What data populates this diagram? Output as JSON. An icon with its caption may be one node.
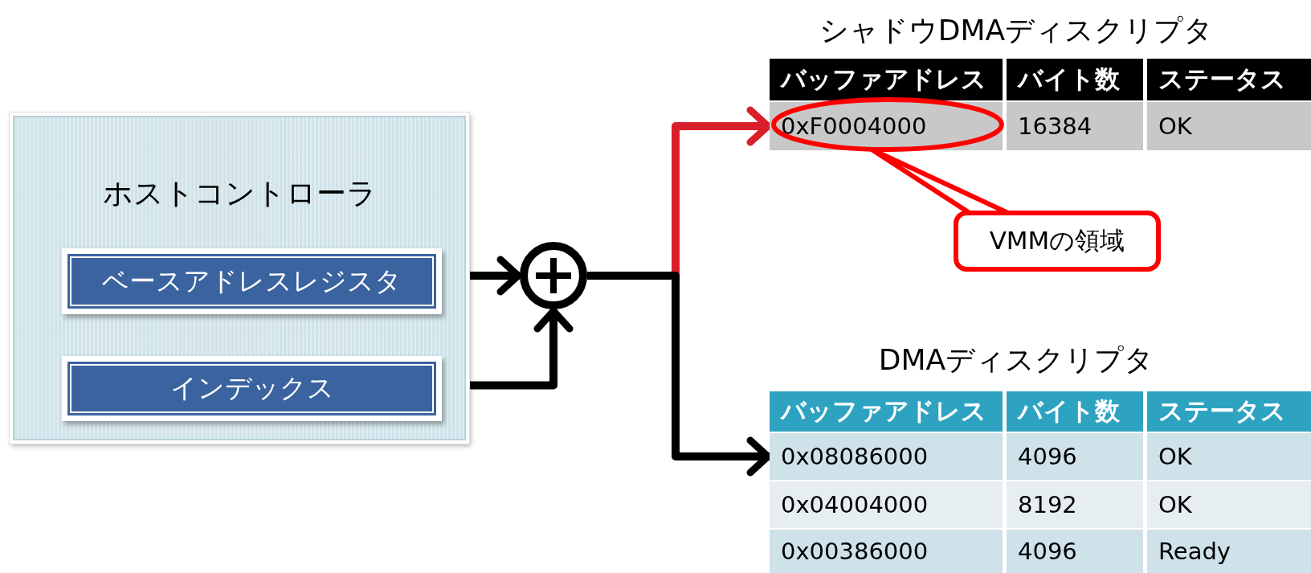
{
  "diagram": {
    "nodes": [
      {
        "text": [
          "ホストコントローラ"
        ]
      },
      {
        "text": [
          "ベースアドレスレジスタ"
        ],
        "in": 0
      },
      {
        "text": [
          "インデックス"
        ],
        "in": 0
      },
      {
        "text": [],
        "shape": "circle"
      },
      {
        "text": [
          "シャドウDMAディスクリプタ"
        ]
      },
      {
        "text": [
          "バッファアドレス"
        ],
        "in": 4
      },
      {
        "text": [
          "バイト数"
        ],
        "in": 4
      },
      {
        "text": [
          "ステータス"
        ],
        "in": 4
      },
      {
        "text": [
          "0xF0004000"
        ],
        "in": 4
      },
      {
        "text": [
          "16384"
        ],
        "in": 4
      },
      {
        "text": [
          "OK"
        ],
        "in": 4
      },
      {
        "text": [],
        "shape": "ellipse"
      },
      {
        "text": [
          "VMMの領域"
        ]
      },
      {
        "text": [
          "DMAディスクリプタ"
        ]
      },
      {
        "text": [
          "バッファアドレス"
        ],
        "in": 13
      },
      {
        "text": [
          "バイト数"
        ],
        "in": 13
      },
      {
        "text": [
          "ステータス"
        ],
        "in": 13
      },
      {
        "text": [
          "0x08086000"
        ],
        "in": 13
      },
      {
        "text": [
          "4096"
        ],
        "in": 13
      },
      {
        "text": [
          "OK"
        ],
        "in": 13
      },
      {
        "text": [
          "0x04004000"
        ],
        "in": 13
      },
      {
        "text": [
          "8192"
        ],
        "in": 13
      },
      {
        "text": [
          "OK"
        ],
        "in": 13
      },
      {
        "text": [
          "0x00386000"
        ],
        "in": 13
      },
      {
        "text": [
          "4096"
        ],
        "in": 13
      },
      {
        "text": [
          "Ready"
        ],
        "in": 13
      }
    ],
    "edges": [
      {
        "from": 1,
        "to": 3,
        "arrow": "to"
      },
      {
        "from": 2,
        "to": 3,
        "arrow": "to"
      },
      {
        "from": 3,
        "to": 8,
        "arrow": "to",
        "color": "#d9202a"
      },
      {
        "from": 3,
        "to": 17,
        "arrow": "to"
      },
      {
        "from": 12,
        "to": 11,
        "arrow": "none",
        "color": "#ff0000"
      }
    ]
  }
}
